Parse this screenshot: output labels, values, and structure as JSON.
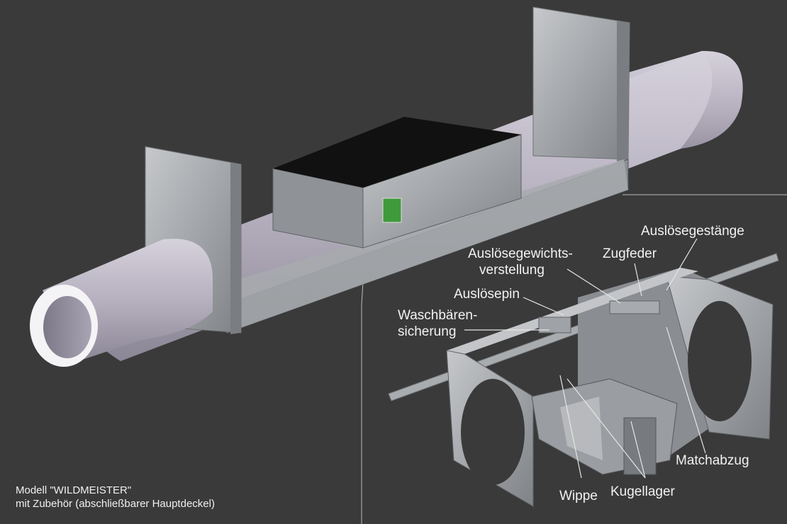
{
  "caption": {
    "line1": "Modell \"WILDMEISTER\"",
    "line2": "mit Zubehör (abschließbarer Hauptdeckel)"
  },
  "labels": {
    "ausloesegestaenge": "Auslösegestänge",
    "ausloesegewichtsverstellung_1": "Auslösegewichts-",
    "ausloesegewichtsverstellung_2": "verstellung",
    "zugfeder": "Zugfeder",
    "ausloesepin": "Auslösepin",
    "waschbaerensicherung_1": "Waschbären-",
    "waschbaerensicherung_2": "sicherung",
    "matchabzug": "Matchabzug",
    "wippe": "Wippe",
    "kugellager": "Kugellager"
  },
  "colors": {
    "background": "#3a3a3a",
    "tube": "#b3aebb",
    "metal": "#9c9fa3",
    "lid": "#111111",
    "badge": "#3f9a3c"
  }
}
